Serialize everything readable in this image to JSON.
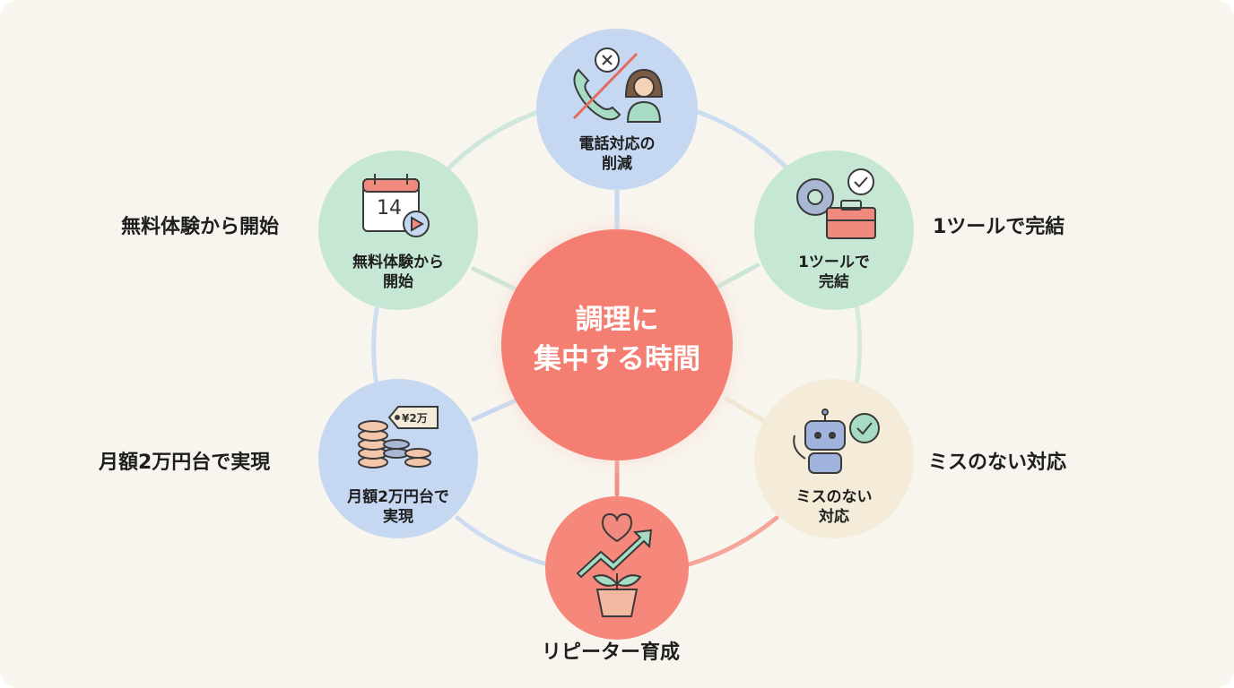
{
  "center": {
    "line1": "調理に",
    "line2": "集中する時間"
  },
  "nodes": {
    "phone": {
      "line1": "電話対応の",
      "line2": "削減"
    },
    "tool": {
      "line1": "1ツールで",
      "line2": "完結"
    },
    "robot": {
      "line1": "ミスのない",
      "line2": "対応"
    },
    "growth": {
      "line1": "",
      "line2": ""
    },
    "coins": {
      "line1": "月額2万円台で",
      "line2": "実現"
    },
    "calendar": {
      "line1": "無料体験から",
      "line2": "開始"
    }
  },
  "side_labels": {
    "calendar": "無料体験から開始",
    "tool": "1ツールで完結",
    "coins": "月額2万円台で実現",
    "robot": "ミスのない対応",
    "growth": "リピーター育成"
  },
  "icon_text": {
    "price_tag": "¥2万",
    "calendar_day": "14"
  },
  "colors": {
    "background": "#f8f5ee",
    "center": "#f47e72",
    "blue": "#c6d7f1",
    "green": "#c5e7d4",
    "cream": "#f4ecd9",
    "coral": "#f5877b"
  },
  "icons": [
    "phone-crossed-icon",
    "woman-operator-icon",
    "gear-icon",
    "toolbox-icon",
    "check-icon",
    "robot-icon",
    "heart-icon",
    "rising-arrow-icon",
    "plant-pot-icon",
    "coin-stack-icon",
    "price-tag-icon",
    "calendar-icon",
    "play-icon"
  ]
}
